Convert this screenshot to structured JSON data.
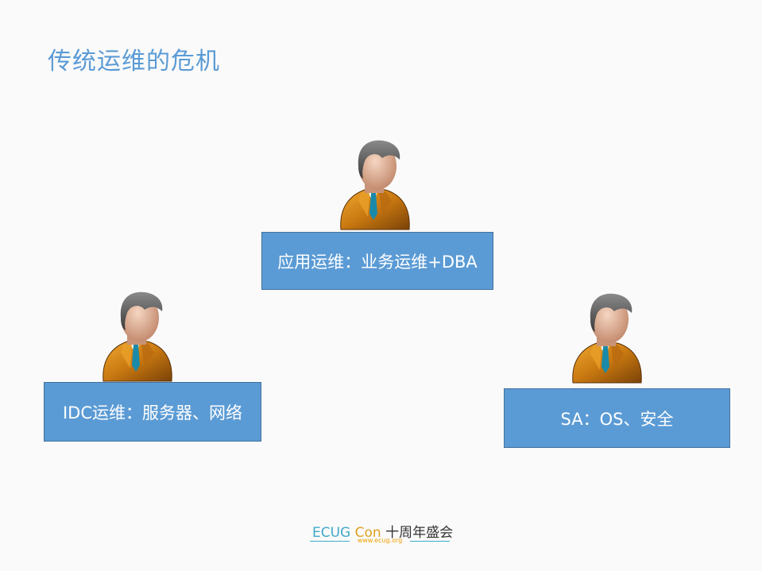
{
  "slide": {
    "title": "传统运维的危机"
  },
  "roles": [
    {
      "label": "应用运维：业务运维+DBA"
    },
    {
      "label": "IDC运维：服务器、网络"
    },
    {
      "label": "SA：OS、安全"
    }
  ],
  "footer": {
    "brand": "ECUG",
    "con": "Con",
    "anniversary": "十周年盛会",
    "url": "www.ecug.org"
  },
  "colors": {
    "accent": "#5b9bd5",
    "box_border": "#41719c",
    "brand_blue": "#3fa9c8",
    "brand_orange": "#e0a020"
  },
  "icons": [
    "person-icon"
  ]
}
